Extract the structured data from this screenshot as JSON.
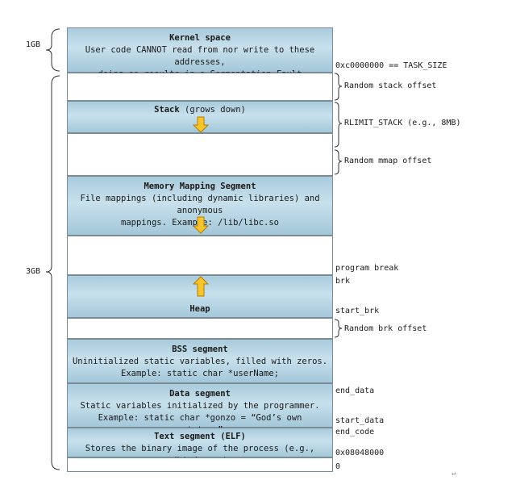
{
  "left_labels": {
    "kernel_size": "1GB",
    "user_size": "3GB"
  },
  "segments": {
    "kernel": {
      "title": "Kernel space",
      "line1": "User code CANNOT read from nor write to these addresses,",
      "line2": "doing so results in a Segmentation Fault"
    },
    "stack": {
      "title": "Stack",
      "note": " (grows down)"
    },
    "mmap": {
      "title": "Memory Mapping Segment",
      "line1": "File mappings (including dynamic libraries) and anonymous",
      "line2": "mappings. Example: /lib/libc.so"
    },
    "heap": {
      "title": "Heap"
    },
    "bss": {
      "title": "BSS segment",
      "line1": "Uninitialized static variables, filled with zeros.",
      "line2": "Example: static char *userName;"
    },
    "data": {
      "title": "Data segment",
      "line1": "Static variables initialized by the programmer.",
      "line2": "Example: static char *gonzo = “God’s own prototype”;"
    },
    "text": {
      "title": "Text segment (ELF)",
      "line1": "Stores the binary image of the process (e.g., /bin/gonzo)"
    }
  },
  "right_labels": {
    "task_size": "0xc0000000 == TASK_SIZE",
    "random_stack_offset": "Random stack offset",
    "rlimit_stack": "RLIMIT_STACK (e.g., 8MB)",
    "random_mmap_offset": "Random mmap offset",
    "program_break": "program break",
    "brk": "brk",
    "start_brk": "start_brk",
    "random_brk_offset": "Random brk offset",
    "end_data": "end_data",
    "start_data": "start_data",
    "end_code": "end_code",
    "text_start": "0x08048000",
    "zero": "0"
  },
  "colors": {
    "segment_fill": "#b6d5e4",
    "arrow_fill": "#f7c52b",
    "arrow_stroke": "#b07d0a"
  },
  "corner_mark": "↵"
}
